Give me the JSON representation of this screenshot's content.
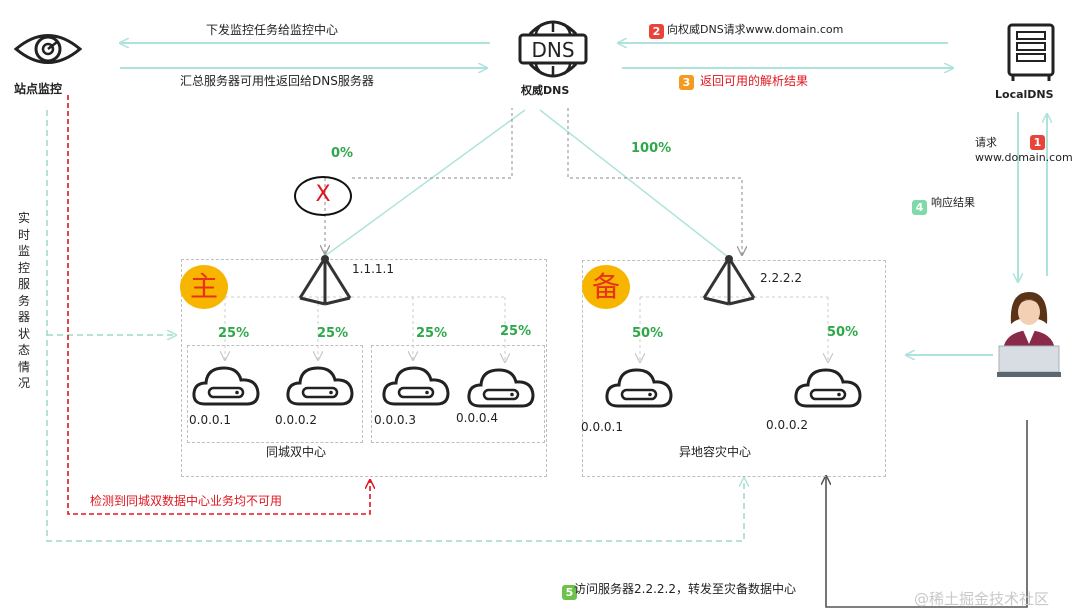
{
  "labels": {
    "monitor": "站点监控",
    "auth_dns": "权威DNS",
    "dns_icon_text": "DNS",
    "local_dns": "LocalDNS",
    "realtime_monitor": "实时监控服务器状态情况"
  },
  "flows": {
    "dispatch": "下发监控任务给监控中心",
    "summary": "汇总服务器可用性返回给DNS服务器",
    "step1_no": "1",
    "step1_text_a": "请求",
    "step1_text_b": "www.domain.com",
    "step2_no": "2",
    "step2_text": "向权威DNS请求www.domain.com",
    "step3_no": "3",
    "step3_text": "返回可用的解析结果",
    "step4_no": "4",
    "step4_text": "响应结果",
    "step5_no": "5",
    "step5_text": "访问服务器2.2.2.2，转发至灾备数据中心",
    "detect": "检测到同城双数据中心业务均不可用"
  },
  "weights": {
    "primary_share": "0%",
    "backup_share": "100%",
    "p1": "25%",
    "p2": "25%",
    "p3": "25%",
    "p4": "25%",
    "b1": "50%",
    "b2": "50%"
  },
  "fail_mark": "X",
  "primary": {
    "badge": "主",
    "vip": "1.1.1.1",
    "caption": "同城双中心",
    "servers": [
      "0.0.0.1",
      "0.0.0.2",
      "0.0.0.3",
      "0.0.0.4"
    ]
  },
  "backup": {
    "badge": "备",
    "vip": "2.2.2.2",
    "caption": "异地容灾中心",
    "servers": [
      "0.0.0.1",
      "0.0.0.2"
    ]
  },
  "watermark": "@稀土掘金技术社区",
  "colors": {
    "flow_arrow": "#aee3dc",
    "dashed_green": "#9fd8c8",
    "alert": "#e0161f",
    "badge": "#f7b500",
    "weight_text": "#2ea84a"
  },
  "icons": [
    "eye-monitor-icon",
    "dns-globe-icon",
    "server-rack-icon",
    "user-icon",
    "load-balancer-icon",
    "cloud-server-icon"
  ]
}
